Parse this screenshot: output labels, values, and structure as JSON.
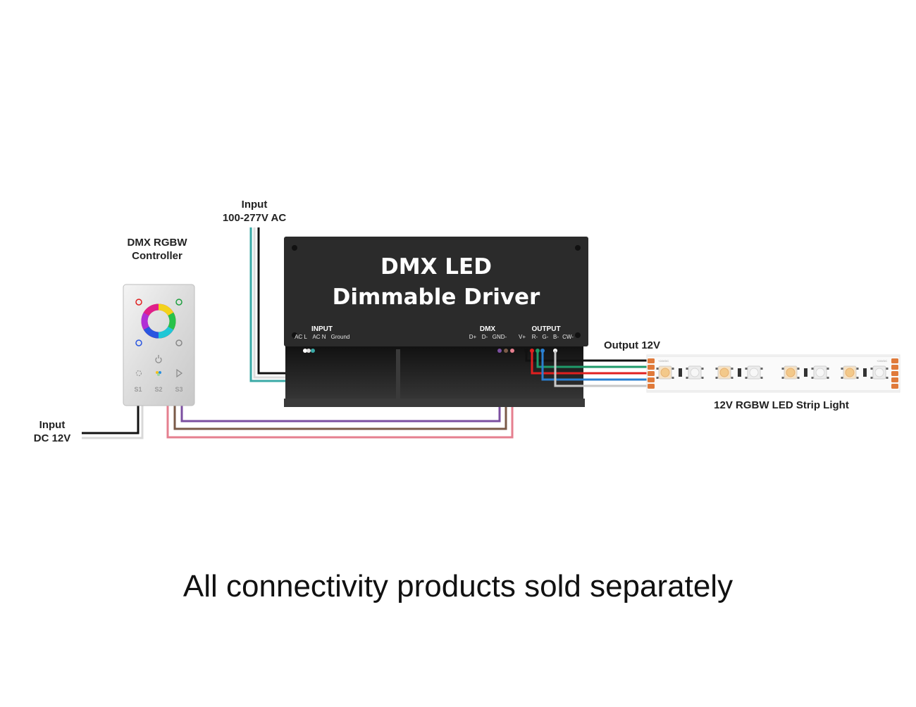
{
  "labels": {
    "ac_input_line1": "Input",
    "ac_input_line2": "100-277V AC",
    "controller_line1": "DMX RGBW",
    "controller_line2": "Controller",
    "dc_input_line1": "Input",
    "dc_input_line2": "DC 12V",
    "output": "Output 12V",
    "strip": "12V RGBW LED Strip Light"
  },
  "driver": {
    "title_line1": "DMX LED",
    "title_line2": "Dimmable Driver",
    "input_header": "INPUT",
    "input_terminals": [
      "AC L",
      "AC N",
      "Ground"
    ],
    "dmx_header": "DMX",
    "dmx_terminals": [
      "D+",
      "D-",
      "GND-"
    ],
    "output_header": "OUTPUT",
    "output_terminals": [
      "V+",
      "R-",
      "G-",
      "B-",
      "CW-"
    ]
  },
  "controller": {
    "buttons": [
      "S1",
      "S2",
      "S3"
    ]
  },
  "strip": {
    "end_marks": [
      "+24VDC",
      "+24VDC"
    ]
  },
  "footer": "All connectivity products sold separately",
  "colors": {
    "driver_body": "#2b2b2b",
    "wire_teal": "#3aa9a6",
    "wire_black": "#111111",
    "wire_purple": "#7b4fa0",
    "wire_brown": "#7a5a48",
    "wire_pink": "#e57f8f",
    "wire_red": "#e02020",
    "wire_green": "#1f9a6a",
    "wire_blue": "#2a7fd0"
  }
}
